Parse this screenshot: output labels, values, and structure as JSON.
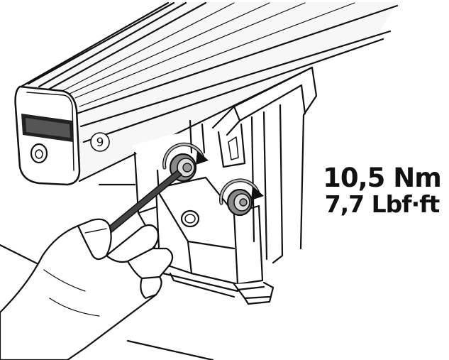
{
  "step": {
    "number": "9"
  },
  "torque": {
    "metric": "10,5 Nm",
    "imperial": "7,7 Lbf·ft"
  },
  "tool": {
    "type": "allen-key"
  },
  "bolts": {
    "count": 2,
    "rotation": "clockwise"
  }
}
